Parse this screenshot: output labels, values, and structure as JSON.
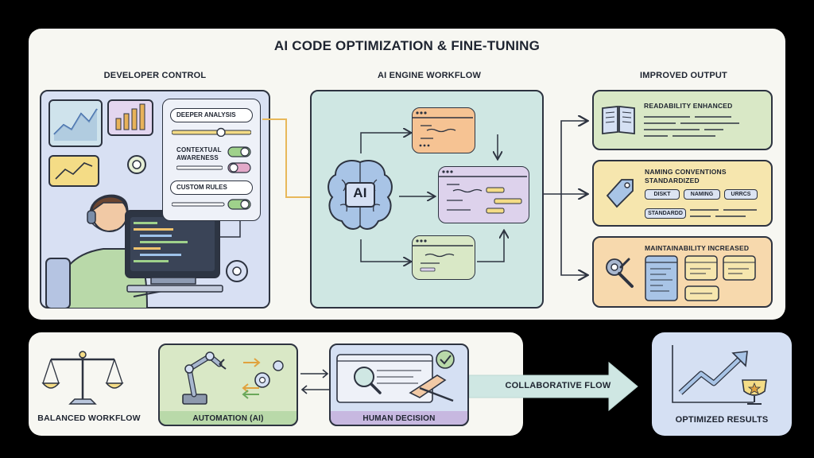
{
  "title": "AI CODE OPTIMIZATION & FINE-TUNING",
  "sections": {
    "developer": "DEVELOPER CONTROL",
    "engine": "AI ENGINE WORKFLOW",
    "output": "IMPROVED OUTPUT"
  },
  "controls": {
    "deeper": "DEEPER ANALYSIS",
    "contextual_line1": "CONTEXTUAL",
    "contextual_line2": "AWARENESS",
    "custom": "CUSTOM RULES"
  },
  "ai_label": "AI",
  "outputs": {
    "readability": "READABILITY ENHANCED",
    "naming_line1": "NAMING CONVENTIONS",
    "naming_line2": "STANDARDIZED",
    "maintainability": "MAINTAINABILITY INCREASED",
    "chips": [
      "DISKT",
      "NAMING",
      "URRCS",
      "STANDARDD"
    ]
  },
  "bottom": {
    "balanced": "BALANCED WORKFLOW",
    "automation": "AUTOMATION (AI)",
    "human": "HUMAN DECISION",
    "collab": "COLLABORATIVE FLOW",
    "results": "OPTIMIZED RESULTS"
  },
  "colors": {
    "panel": "#f7f7f2",
    "green": "#d9e8c6",
    "orange": "#f7d9ad",
    "purple": "#ddd2ec",
    "blue": "#d5e0f3",
    "teal": "#cfe7e3",
    "yellow": "#f6e6ae"
  }
}
